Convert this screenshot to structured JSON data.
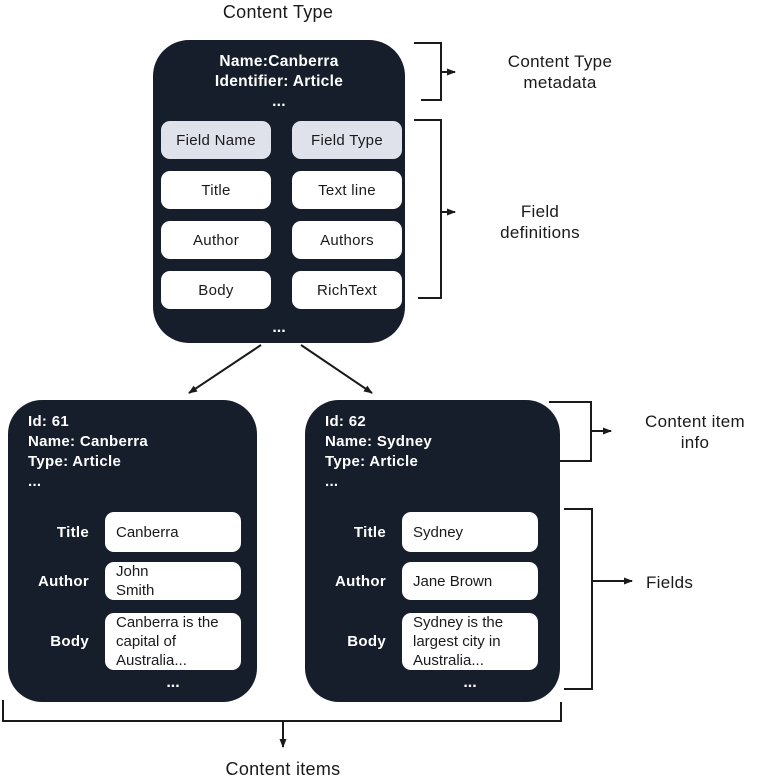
{
  "colors": {
    "box_background": "#161d2b",
    "header_pill_background": "#e0e2eb",
    "pill_background": "#ffffff",
    "line": "#1a1a1a",
    "text_dark": "#1a1a1a",
    "text_light": "#ffffff"
  },
  "title": "Content Type",
  "content_type_box": {
    "name_line": "Name:Canberra",
    "identifier_line": "Identifier: Article",
    "ellipsis": "...",
    "columns": [
      "Field Name",
      "Field Type"
    ],
    "rows": [
      [
        "Title",
        "Text line"
      ],
      [
        "Author",
        "Authors"
      ],
      [
        "Body",
        "RichText"
      ]
    ],
    "footer_ellipsis": "..."
  },
  "content_items": [
    {
      "id_line": "Id: 61",
      "name_line": "Name: Canberra",
      "type_line": "Type: Article",
      "ellipsis": "...",
      "fields": [
        {
          "label": "Title",
          "value": "Canberra"
        },
        {
          "label": "Author",
          "value": "John\nSmith"
        },
        {
          "label": "Body",
          "value": "Canberra is the\ncapital of\nAustralia..."
        }
      ],
      "footer_ellipsis": "..."
    },
    {
      "id_line": "Id: 62",
      "name_line": "Name: Sydney",
      "type_line": "Type: Article",
      "ellipsis": "...",
      "fields": [
        {
          "label": "Title",
          "value": "Sydney"
        },
        {
          "label": "Author",
          "value": "Jane Brown"
        },
        {
          "label": "Body",
          "value": "Sydney is the\nlargest city in\nAustralia..."
        }
      ],
      "footer_ellipsis": "..."
    }
  ],
  "annotations": {
    "content_type_metadata": "Content Type\nmetadata",
    "field_definitions": "Field\ndefinitions",
    "content_item_info": "Content item\ninfo",
    "fields": "Fields",
    "content_items": "Content items"
  }
}
